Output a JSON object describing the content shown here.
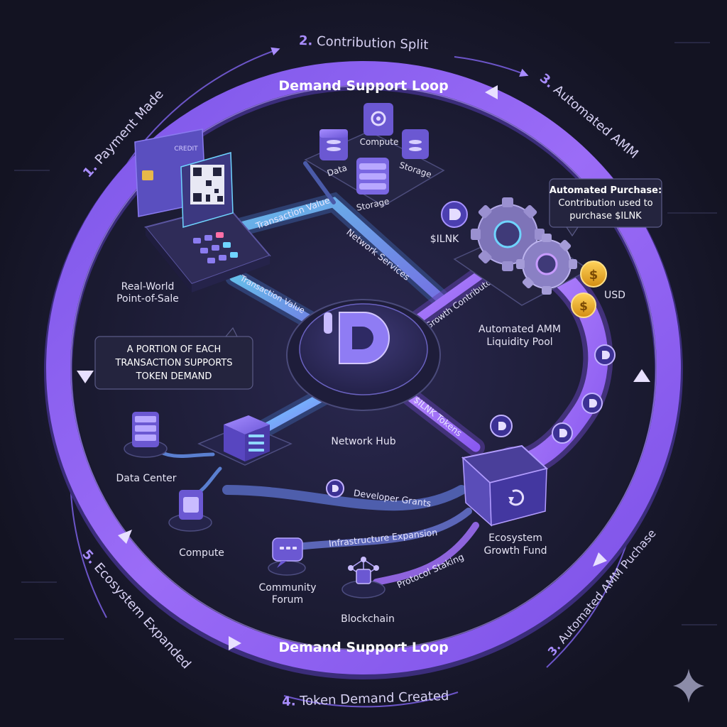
{
  "ring": {
    "title_top": "Demand Support Loop",
    "title_bottom": "Demand Support Loop"
  },
  "steps": [
    {
      "num": "1.",
      "label": "Payment Made"
    },
    {
      "num": "2.",
      "label": "Contribution Split"
    },
    {
      "num": "3.",
      "label": "Automated AMM"
    },
    {
      "num": "3.",
      "label": "Automated AMM Puchase"
    },
    {
      "num": "4.",
      "label": "Token Demand Created"
    },
    {
      "num": "5.",
      "label": "Ecosystem Expanded"
    }
  ],
  "nodes": {
    "pos": "Real-World Point-of-Sale",
    "pos_line1": "Real-World",
    "pos_line2": "Point-of-Sale",
    "card_text": "CREDIT",
    "data": "Data",
    "compute_top": "Compute",
    "storage_right": "Storage",
    "storage_front": "Storage",
    "token": "$ILNK",
    "usd": "USD",
    "amm_line1": "Automated AMM",
    "amm_line2": "Liquidity Pool",
    "hub": "Network Hub",
    "data_center": "Data Center",
    "compute": "Compute",
    "community_line1": "Community",
    "community_line2": "Forum",
    "blockchain": "Blockchain",
    "fund_line1": "Ecosystem",
    "fund_line2": "Growth Fund"
  },
  "flows": {
    "transaction_value_top": "Transaction Value",
    "transaction_value_bottom": "Transaction Value",
    "network_services": "Network Services",
    "growth_contributor": "Growth Contributor",
    "ilnk_tokens": "$ILNK Tokens",
    "developer_grants": "Developer Grants",
    "infrastructure_expansion": "Infrastructure Expansion",
    "protocol_staking": "Protocol Staking"
  },
  "callouts": {
    "amm_title": "Automated Purchase:",
    "amm_line1": "Contribution used to",
    "amm_line2": "purchase $ILNK",
    "portion_line1": "A PORTION OF EACH",
    "portion_line2": "TRANSACTION SUPPORTS",
    "portion_line3": "TOKEN DEMAND"
  },
  "colors": {
    "background": "#161628",
    "ring": "#8a5cf0",
    "accent": "#b28cff",
    "flow_blue": "#5fc8ff",
    "coin": "#e8a920"
  }
}
